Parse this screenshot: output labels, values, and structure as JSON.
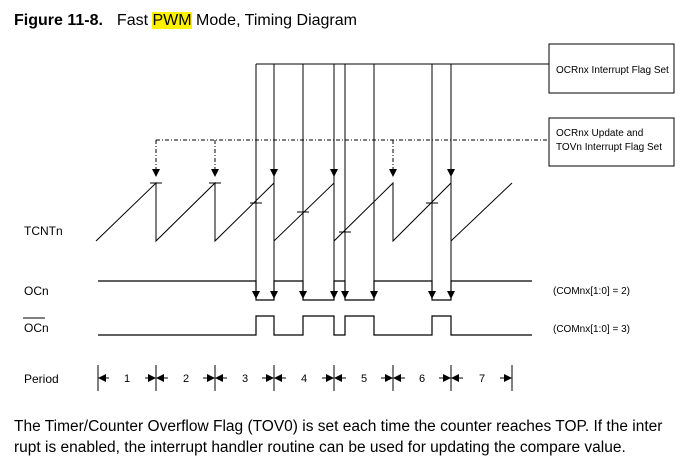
{
  "figure": {
    "number": "Figure 11-8.",
    "title_before": "Fast ",
    "title_highlight": "PWM",
    "title_after": " Mode, Timing Diagram",
    "highlight_color": "#fff200"
  },
  "callouts": {
    "ocr_flag": "OCRnx Interrupt Flag Set",
    "update_line1": "OCRnx Update and",
    "update_line2": "TOVn Interrupt Flag Set"
  },
  "signals": {
    "tcnt": "TCNTn",
    "oc": "OCn",
    "oc_inv": "OCn",
    "period": "Period"
  },
  "modes": {
    "oc": "(COMnx[1:0] = 2)",
    "oc_inv": "(COMnx[1:0] = 3)"
  },
  "periods": [
    "1",
    "2",
    "3",
    "4",
    "5",
    "6",
    "7"
  ],
  "caption": {
    "line1": "The Timer/Counter Overflow Flag (TOV0) is set each time the counter reaches TOP. If the inter",
    "line2": "rupt is enabled, the interrupt handler routine can be used for updating the compare value."
  }
}
